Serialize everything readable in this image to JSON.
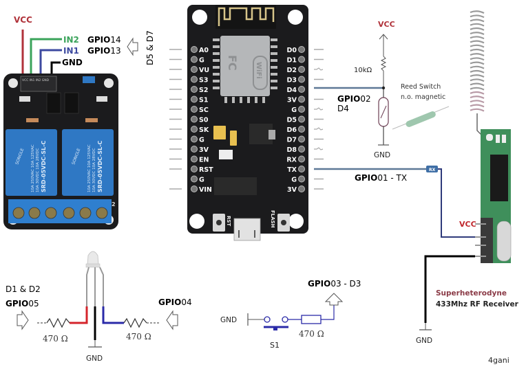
{
  "relay_module": {
    "vcc_label": "VCC",
    "in2_label": "IN2",
    "in1_label": "IN1",
    "gnd_label": "GND",
    "in2_gpio_bold": "GPIO",
    "in2_gpio_num": "14",
    "in1_gpio_bold": "GPIO",
    "in1_gpio_num": "13",
    "pins_label": "D5 & D7",
    "relay_model": "SRD-05VDC-SL-C",
    "relay_brand": "SONGLE",
    "relay_rating_1": "10A 250VAC  10A 125VAC",
    "relay_rating_2": "10A 30VDC  10A 28VDC",
    "header_text": "VCC IN1 IN2 GND",
    "channel_mark": "2"
  },
  "nodemcu": {
    "left_pins": [
      "A0",
      "G",
      "VU",
      "S3",
      "S2",
      "S1",
      "SC",
      "S0",
      "SK",
      "G",
      "3V",
      "EN",
      "RST",
      "G",
      "VIN"
    ],
    "right_pins": [
      "D0",
      "D1",
      "D2",
      "D3",
      "D4",
      "3V",
      "G",
      "D5",
      "D6",
      "D7",
      "D8",
      "RX",
      "TX",
      "G",
      "3V"
    ],
    "rst_button_label": "RST",
    "flash_button_label": "FLASH",
    "module_wifi_label": "WiFi",
    "module_fc_label": "FC"
  },
  "reed_switch": {
    "vcc_label": "VCC",
    "resistor_label": "10kΩ",
    "title_line1": "Reed Switch",
    "title_line2": "n.o. magnetic",
    "gpio_bold": "GPIO",
    "gpio_num": "02",
    "pin_label": "D4",
    "gnd_label": "GND"
  },
  "rf_receiver": {
    "rx_tag": "RX",
    "gpio_bold": "GPIO",
    "gpio_num": "01",
    "gpio_suffix": " -  TX",
    "vcc_label": "VCC",
    "gnd_label": "GND",
    "title_line1": "Superheterodyne",
    "title_line2": "433Mhz RF Receiver"
  },
  "led": {
    "pins_label": "D1 & D2",
    "left_gpio_bold": "GPIO",
    "left_gpio_num": "05",
    "right_gpio_bold": "GPIO",
    "right_gpio_num": "04",
    "left_resistor": "470 Ω",
    "right_resistor": "470 Ω",
    "gnd_label": "GND"
  },
  "button": {
    "gnd_label": "GND",
    "switch_label": "S1",
    "resistor_label": "470 Ω",
    "gpio_bold": "GPIO",
    "gpio_num": "03",
    "gpio_suffix": "  - D3"
  },
  "credit": "4gani",
  "colors": {
    "vcc_red": "#b0323a",
    "in2_green": "#3aa35a",
    "in1_blue": "#3d4aa0",
    "wire_blue": "#5d7896",
    "wire_navy": "#2e3a7a",
    "relay_blue": "#2f78c4",
    "board_black": "#1b1b1d",
    "rf_green": "#3f8f5b",
    "title_maroon": "#8a3a46"
  }
}
